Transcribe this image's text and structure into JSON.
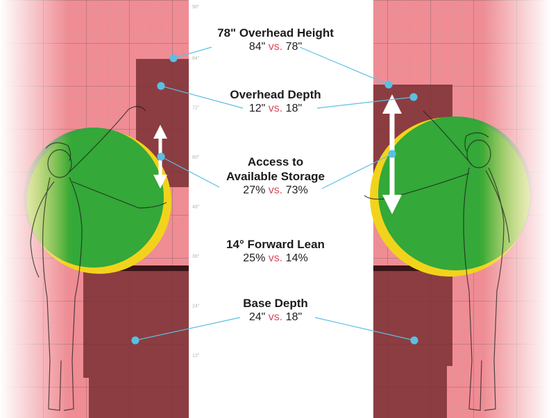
{
  "colors": {
    "zone_red": "#f08c94",
    "cabinet": "#7a2f33",
    "reach_green": "#2aa63a",
    "reach_yellow": "#f2d31c",
    "callout_line": "#5bbfe3",
    "vs_red": "#e0485a"
  },
  "scale": {
    "ticks": [
      "90\"",
      "84\"",
      "72\"",
      "60\"",
      "48\"",
      "36\"",
      "24\"",
      "12\""
    ]
  },
  "callouts": [
    {
      "key": "overhead-height",
      "title": "78\" Overhead Height",
      "left": "84\"",
      "vs": "vs.",
      "right": "78\""
    },
    {
      "key": "overhead-depth",
      "title": "Overhead Depth",
      "left": "12\"",
      "vs": "vs.",
      "right": "18\""
    },
    {
      "key": "storage-access",
      "title": "Access to",
      "title2": "Available Storage",
      "left": "27%",
      "vs": "vs.",
      "right": "73%"
    },
    {
      "key": "forward-lean",
      "title": "14° Forward Lean",
      "left": "25%",
      "vs": "vs.",
      "right": "14%"
    },
    {
      "key": "base-depth",
      "title": "Base Depth",
      "left": "24\"",
      "vs": "vs.",
      "right": "18\""
    }
  ]
}
